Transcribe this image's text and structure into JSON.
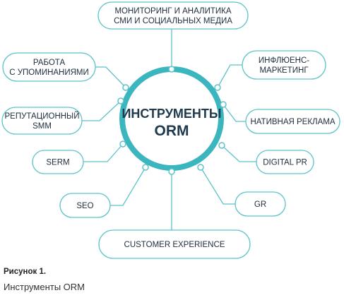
{
  "center": {
    "line1": "ИНСТРУМЕНТЫ",
    "line2": "ORM"
  },
  "nodes": [
    {
      "id": "monitoring",
      "lines": [
        "МОНИТОРИНГ И АНАЛИТИКА",
        "СМИ И СОЦИАЛЬНЫХ МЕДИА"
      ]
    },
    {
      "id": "mentions",
      "lines": [
        "РАБОТА",
        "С УПОМИНАНИЯМИ"
      ]
    },
    {
      "id": "influencer",
      "lines": [
        "ИНФЛЮЕНС-",
        "МАРКЕТИНГ"
      ]
    },
    {
      "id": "smm",
      "lines": [
        "РЕПУТАЦИОННЫЙ",
        "SMM"
      ]
    },
    {
      "id": "native",
      "lines": [
        "НАТИВНАЯ РЕКЛАМА"
      ]
    },
    {
      "id": "serm",
      "lines": [
        "SERM"
      ]
    },
    {
      "id": "digital-pr",
      "lines": [
        "DIGITAL PR"
      ]
    },
    {
      "id": "seo",
      "lines": [
        "SEO"
      ]
    },
    {
      "id": "gr",
      "lines": [
        "GR"
      ]
    },
    {
      "id": "customer-experience",
      "lines": [
        "CUSTOMER EXPERIENCE"
      ]
    }
  ],
  "caption": {
    "title": "Рисунок 1.",
    "text": "Инструменты ORM"
  },
  "colors": {
    "ring": "#3bb5be",
    "stroke": "#5bc3c9",
    "text": "#1e2d3d",
    "center_text": "#1f3a4d"
  }
}
